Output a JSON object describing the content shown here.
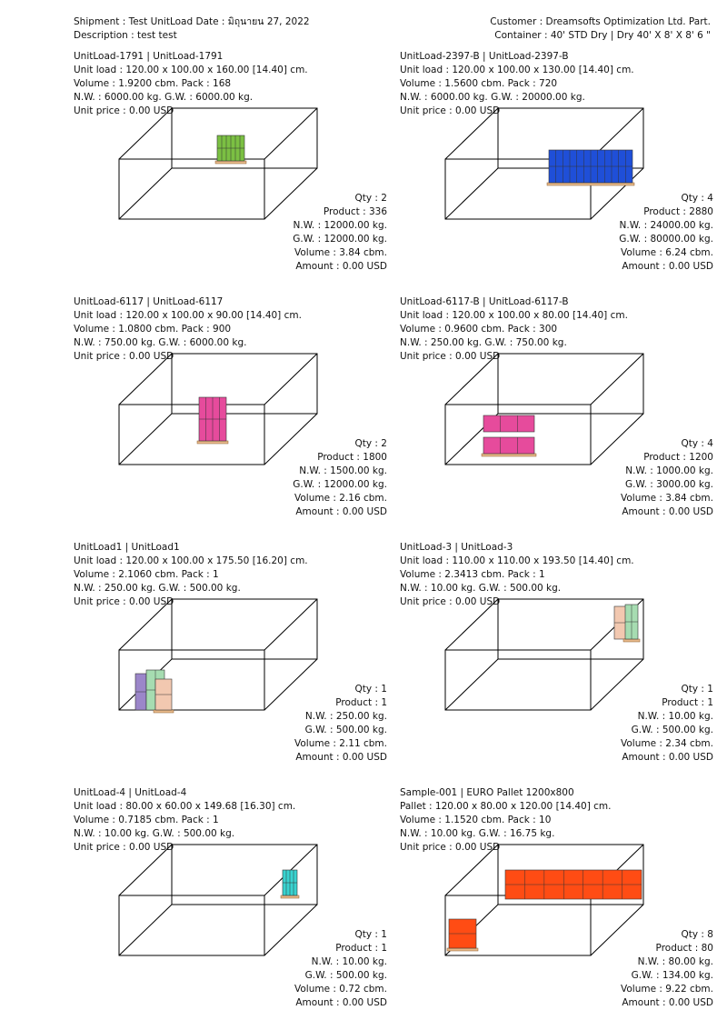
{
  "header": {
    "shipment_line": "Shipment : Test UnitLoad  Date : มิถุนายน 27, 2022",
    "description_line": "Description : test test",
    "customer_line": "Customer : Dreamsofts Optimization Ltd. Part.",
    "container_line": "Container  : 40' STD Dry | Dry 40' X 8' X 8' 6 \""
  },
  "colors": {
    "text": "#111111",
    "pallet": "#e8b98a",
    "green": "#7bc043",
    "blue": "#1f4fd8",
    "pink": "#e64b9c",
    "lavender": "#9b86c9",
    "mint": "#a6dcb1",
    "peach": "#f2c8b0",
    "cyan": "#38d3d0",
    "orange": "#ff4c14"
  },
  "items": [
    {
      "title": "UnitLoad-1791 | UnitLoad-1791",
      "unit_load": "Unit load : 120.00 x 100.00 x 160.00 [14.40] cm.",
      "volume_pack": "Volume : 1.9200 cbm.  Pack : 168",
      "weights": "N.W. : 6000.00 kg.  G.W. : 6000.00 kg.",
      "unit_price": "Unit price : 0.00 USD",
      "qty": "Qty : 2",
      "product": "Product : 336",
      "nw": "N.W. : 12000.00 kg.",
      "gw": "G.W. : 12000.00 kg.",
      "volume": "Volume : 3.84 cbm.",
      "amount": "Amount : 0.00 USD"
    },
    {
      "title": "UnitLoad-2397-B | UnitLoad-2397-B",
      "unit_load": "Unit load : 120.00 x 100.00 x 130.00 [14.40] cm.",
      "volume_pack": "Volume : 1.5600 cbm.  Pack : 720",
      "weights": "N.W. : 6000.00 kg.  G.W. : 20000.00 kg.",
      "unit_price": "Unit price : 0.00 USD",
      "qty": "Qty : 4",
      "product": "Product : 2880",
      "nw": "N.W. : 24000.00 kg.",
      "gw": "G.W. : 80000.00 kg.",
      "volume": "Volume : 6.24 cbm.",
      "amount": "Amount : 0.00 USD"
    },
    {
      "title": "UnitLoad-6117 | UnitLoad-6117",
      "unit_load": "Unit load : 120.00 x 100.00 x 90.00 [14.40] cm.",
      "volume_pack": "Volume : 1.0800 cbm.  Pack : 900",
      "weights": "N.W. : 750.00 kg.  G.W. : 6000.00 kg.",
      "unit_price": "Unit price : 0.00 USD",
      "qty": "Qty : 2",
      "product": "Product : 1800",
      "nw": "N.W. : 1500.00 kg.",
      "gw": "G.W. : 12000.00 kg.",
      "volume": "Volume : 2.16 cbm.",
      "amount": "Amount : 0.00 USD"
    },
    {
      "title": "UnitLoad-6117-B | UnitLoad-6117-B",
      "unit_load": "Unit load : 120.00 x 100.00 x 80.00 [14.40] cm.",
      "volume_pack": "Volume : 0.9600 cbm.  Pack : 300",
      "weights": "N.W. : 250.00 kg.  G.W. : 750.00 kg.",
      "unit_price": "Unit price : 0.00 USD",
      "qty": "Qty : 4",
      "product": "Product : 1200",
      "nw": "N.W. : 1000.00 kg.",
      "gw": "G.W. : 3000.00 kg.",
      "volume": "Volume : 3.84 cbm.",
      "amount": "Amount : 0.00 USD"
    },
    {
      "title": "UnitLoad1 | UnitLoad1",
      "unit_load": "Unit load : 120.00 x 100.00 x 175.50 [16.20] cm.",
      "volume_pack": "Volume : 2.1060 cbm.  Pack : 1",
      "weights": "N.W. : 250.00 kg.  G.W. : 500.00 kg.",
      "unit_price": "Unit price : 0.00 USD",
      "qty": "Qty : 1",
      "product": "Product : 1",
      "nw": "N.W. : 250.00 kg.",
      "gw": "G.W. : 500.00 kg.",
      "volume": "Volume : 2.11 cbm.",
      "amount": "Amount : 0.00 USD"
    },
    {
      "title": "UnitLoad-3 | UnitLoad-3",
      "unit_load": "Unit load : 110.00 x 110.00 x 193.50 [14.40] cm.",
      "volume_pack": "Volume : 2.3413 cbm.  Pack : 1",
      "weights": "N.W. : 10.00 kg.  G.W. : 500.00 kg.",
      "unit_price": "Unit price : 0.00 USD",
      "qty": "Qty : 1",
      "product": "Product : 1",
      "nw": "N.W. : 10.00 kg.",
      "gw": "G.W. : 500.00 kg.",
      "volume": "Volume : 2.34 cbm.",
      "amount": "Amount : 0.00 USD"
    },
    {
      "title": "UnitLoad-4 | UnitLoad-4",
      "unit_load": "Unit load : 80.00 x 60.00 x 149.68 [16.30] cm.",
      "volume_pack": "Volume : 0.7185 cbm.  Pack : 1",
      "weights": "N.W. : 10.00 kg.  G.W. : 500.00 kg.",
      "unit_price": "Unit price : 0.00 USD",
      "qty": "Qty : 1",
      "product": "Product : 1",
      "nw": "N.W. : 10.00 kg.",
      "gw": "G.W. : 500.00 kg.",
      "volume": "Volume : 0.72 cbm.",
      "amount": "Amount : 0.00 USD"
    },
    {
      "title": "Sample-001 | EURO Pallet 1200x800",
      "unit_load": "Pallet : 120.00 x 80.00 x 120.00 [14.40] cm.",
      "volume_pack": "Volume : 1.1520 cbm.  Pack : 10",
      "weights": "N.W. : 10.00 kg.  G.W. : 16.75 kg.",
      "unit_price": "Unit price : 0.00 USD",
      "qty": "Qty : 8",
      "product": "Product : 80",
      "nw": "N.W. : 80.00 kg.",
      "gw": "G.W. : 134.00 kg.",
      "volume": "Volume : 9.22 cbm.",
      "amount": "Amount : 0.00 USD"
    }
  ]
}
